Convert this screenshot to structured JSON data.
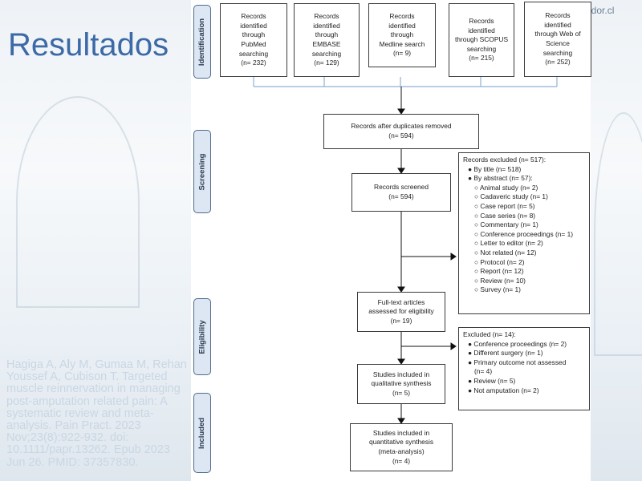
{
  "slide": {
    "title": "Resultados",
    "url_fragment": "vador.cl",
    "citation": "Hagiga A, Aly M, Gumaa M, Rehan Youssef A, Cubison T. Targeted muscle reinnervation in managing post-amputation related pain: A systematic review and meta-analysis. Pain Pract. 2023 Nov;23(8):922-932. doi: 10.1111/papr.13262. Epub 2023 Jun 26. PMID: 37357830."
  },
  "stages": {
    "identification": "Identification",
    "screening": "Screening",
    "eligibility": "Eligibility",
    "included": "Included"
  },
  "sources": [
    {
      "lines": [
        "Records",
        "identified",
        "through",
        "PubMed",
        "searching",
        "(n= 232)"
      ]
    },
    {
      "lines": [
        "Records",
        "identified",
        "through",
        "EMBASE",
        "searching",
        "(n= 129)"
      ]
    },
    {
      "lines": [
        "Records",
        "identified",
        "through",
        "Medline search",
        "(n= 9)"
      ]
    },
    {
      "lines": [
        "Records",
        "identified",
        "through SCOPUS",
        "searching",
        "(n= 215)"
      ]
    },
    {
      "lines": [
        "Records",
        "identified",
        "through Web of",
        "Science",
        "searching",
        "(n= 252)"
      ]
    }
  ],
  "after_duplicates": {
    "line1": "Records after duplicates removed",
    "line2": "(n= 594)"
  },
  "screened": {
    "line1": "Records screened",
    "line2": "(n= 594)"
  },
  "excluded_records": {
    "header": "Records excluded (n= 517):",
    "by_title": "By title (n= 518)",
    "by_abstract": "By abstract (n= 57):",
    "items": [
      "Animal study (n= 2)",
      "Cadaveric study (n= 1)",
      "Case report (n= 5)",
      "Case series (n= 8)",
      "Commentary (n= 1)",
      "Conference proceedings (n= 1)",
      "Letter to editor (n= 2)",
      "Not related (n= 12)",
      "Protocol (n= 2)",
      "Report (n= 12)",
      "Review (n= 10)",
      "Survey (n= 1)"
    ]
  },
  "fulltext": {
    "line1": "Full-text articles",
    "line2": "assessed for eligibility",
    "line3": "(n= 19)"
  },
  "excluded_fulltext": {
    "header": "Excluded (n= 14):",
    "items": [
      "Conference proceedings (n= 2)",
      "Different surgery (n= 1)",
      "Primary outcome not assessed",
      "(n= 4)",
      "Review (n= 5)",
      "Not amputation (n= 2)"
    ]
  },
  "qualitative": {
    "line1": "Studies included in",
    "line2": "qualitative synthesis",
    "line3": "(n= 5)"
  },
  "quantitative": {
    "line1": "Studies included in",
    "line2": "quantitative synthesis",
    "line3": "(meta-analysis)",
    "line4": "(n= 4)"
  }
}
